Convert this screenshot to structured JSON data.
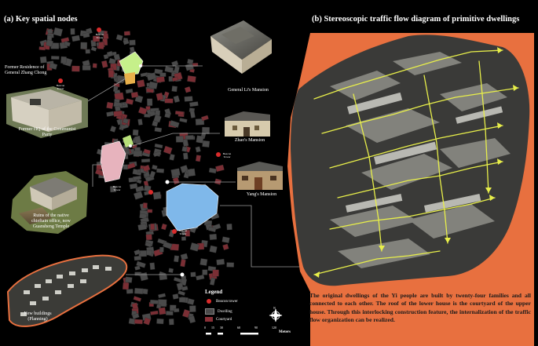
{
  "left_title": "(a) Key spatial nodes",
  "right_title": "(b) Stereoscopic traffic flow diagram of primitive dwellings",
  "nodes": {
    "zhang": "Former Residence of General Zhang Chong",
    "li": "General Li's Mansion",
    "party": "Former HQ of the Communist Party",
    "zhao": "Zhao's Mansion",
    "yang": "Yang's Mansion",
    "office": "Ruins of the native chieftain office, now Guansheng Temple",
    "newb": "New buildings (Planning)"
  },
  "tower_label": "Beacon Tower",
  "legend": {
    "title": "Legend",
    "items": [
      {
        "label": "Beacon tower",
        "color": "#d92b2b"
      },
      {
        "label": "Dwelling",
        "color": "#4a4a4a"
      },
      {
        "label": "Courtyard",
        "color": "#8a2f36"
      }
    ]
  },
  "scale": {
    "ticks": [
      "0",
      "15",
      "30",
      "60",
      "90",
      "120"
    ],
    "unit": "Meters",
    "compass": "N"
  },
  "description": "The original dwellings of the Yi people are built by twenty-four families and all connected to each other. The roof of the lower house is the courtyard of the upper house. Through this interlocking construction feature, the internalization of the traffic flow organization can be realized.",
  "colors": {
    "orange": "#e8703f",
    "arrow": "#e8ef4a",
    "highlight_green": "#c6f08a",
    "highlight_blue": "#7fb8ea",
    "highlight_pink": "#e7b3bd"
  }
}
